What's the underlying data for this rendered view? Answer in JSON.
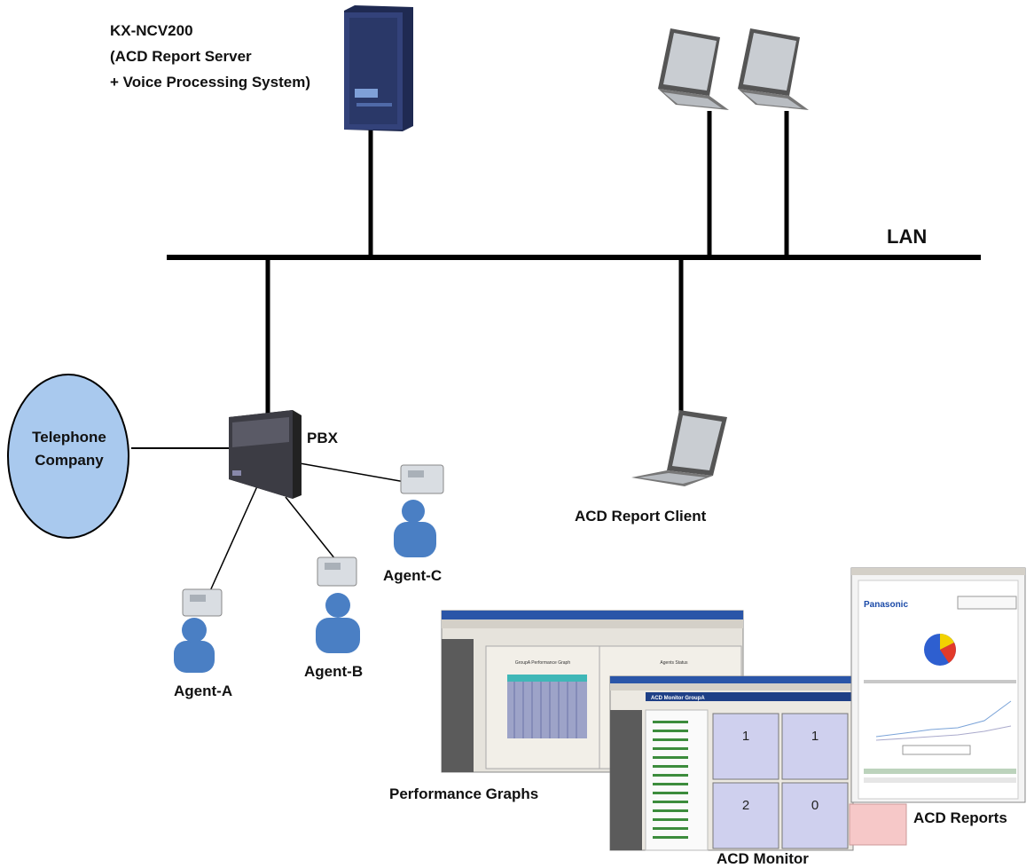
{
  "server": {
    "lines": [
      "KX-NCV200",
      "(ACD Report Server",
      "+ Voice Processing System)"
    ]
  },
  "network": {
    "lan_label": "LAN"
  },
  "pbx": {
    "label": "PBX"
  },
  "telephone_company": {
    "lines": [
      "Telephone",
      "Company"
    ]
  },
  "client": {
    "label": "ACD Report Client"
  },
  "agents": [
    {
      "label": "Agent-A"
    },
    {
      "label": "Agent-B"
    },
    {
      "label": "Agent-C"
    }
  ],
  "screenshots": {
    "performance_graphs": "Performance Graphs",
    "acd_monitor": "ACD Monitor",
    "acd_reports": "ACD Reports",
    "monitor_title": "ACD Monitor GroupA",
    "graph_title": "GroupA Performance Graph",
    "agents_status": "Agents Status",
    "report_brand": "Panasonic",
    "monitor_values": [
      "1",
      "1",
      "2",
      "0"
    ]
  },
  "colors": {
    "line": "#000000",
    "ellipse_fill": "#a9c9ee",
    "agent_fill": "#4a7fc4",
    "server_body": "#2c3a6e"
  }
}
